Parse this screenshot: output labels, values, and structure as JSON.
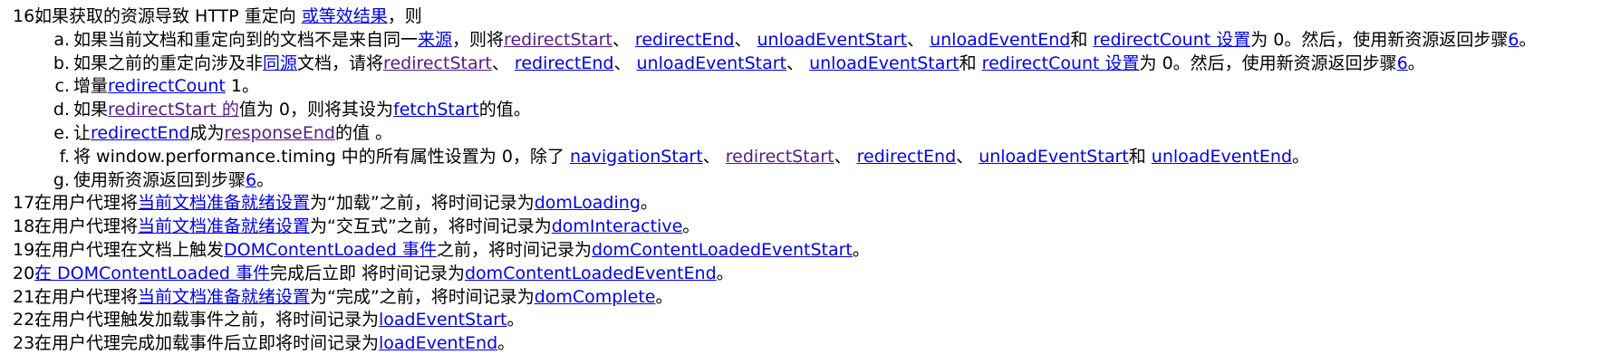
{
  "colors": {
    "link": "#0000ee",
    "visited": "#551a8b",
    "text": "#000000"
  },
  "items": [
    {
      "num": "16.",
      "segs": [
        {
          "t": "如果获取的资源导致 HTTP 重定向 "
        },
        {
          "t": "或等效结果",
          "link": "blue"
        },
        {
          "t": "，则"
        }
      ]
    }
  ],
  "subitems": [
    {
      "letter": "a.",
      "segs": [
        {
          "t": "如果当前文档和重定向到的文档不是来自同一"
        },
        {
          "t": "来源",
          "link": "blue"
        },
        {
          "t": "，则将"
        },
        {
          "t": "redirectStart",
          "link": "visited"
        },
        {
          "t": "、 "
        },
        {
          "t": "redirectEnd",
          "link": "blue"
        },
        {
          "t": "、 "
        },
        {
          "t": "unloadEventStart",
          "link": "blue"
        },
        {
          "t": "、 "
        },
        {
          "t": "unloadEventEnd",
          "link": "blue"
        },
        {
          "t": "和 "
        },
        {
          "t": "redirectCount 设置",
          "link": "blue"
        },
        {
          "t": "为 0。然后，使用新资源返回步骤"
        },
        {
          "t": "6",
          "link": "blue"
        },
        {
          "t": "。"
        }
      ]
    },
    {
      "letter": "b.",
      "segs": [
        {
          "t": "如果之前的重定向涉及非"
        },
        {
          "t": "同源",
          "link": "blue"
        },
        {
          "t": "文档，请将"
        },
        {
          "t": "redirectStart",
          "link": "visited"
        },
        {
          "t": "、 "
        },
        {
          "t": "redirectEnd",
          "link": "blue"
        },
        {
          "t": "、 "
        },
        {
          "t": "unloadEventStart",
          "link": "blue"
        },
        {
          "t": "、 "
        },
        {
          "t": "unloadEventStart",
          "link": "blue"
        },
        {
          "t": "和 "
        },
        {
          "t": "redirectCount 设置",
          "link": "blue"
        },
        {
          "t": "为 0。然后，使用新资源返回步骤"
        },
        {
          "t": "6",
          "link": "blue"
        },
        {
          "t": "。"
        }
      ]
    },
    {
      "letter": "c.",
      "segs": [
        {
          "t": "增量"
        },
        {
          "t": "redirectCount",
          "link": "blue"
        },
        {
          "t": " 1。"
        }
      ]
    },
    {
      "letter": "d.",
      "segs": [
        {
          "t": "如果"
        },
        {
          "t": "redirectStart 的",
          "link": "visited"
        },
        {
          "t": "值为 0，则将其设为"
        },
        {
          "t": "fetchStart",
          "link": "blue"
        },
        {
          "t": "的值。"
        }
      ]
    },
    {
      "letter": "e.",
      "segs": [
        {
          "t": "让"
        },
        {
          "t": "redirectEnd",
          "link": "blue"
        },
        {
          "t": "成为"
        },
        {
          "t": "responseEnd",
          "link": "visited"
        },
        {
          "t": "的值 。"
        }
      ]
    },
    {
      "letter": "f.",
      "segs": [
        {
          "t": "将 window.performance.timing 中的所有属性设置为 0，除了 "
        },
        {
          "t": "navigationStart",
          "link": "blue"
        },
        {
          "t": "、 "
        },
        {
          "t": "redirectStart",
          "link": "visited"
        },
        {
          "t": "、 "
        },
        {
          "t": "redirectEnd",
          "link": "blue"
        },
        {
          "t": "、 "
        },
        {
          "t": "unloadEventStart",
          "link": "blue"
        },
        {
          "t": "和 "
        },
        {
          "t": "unloadEventEnd",
          "link": "blue"
        },
        {
          "t": "。"
        }
      ]
    },
    {
      "letter": "g.",
      "segs": [
        {
          "t": "使用新资源返回到步骤"
        },
        {
          "t": "6",
          "link": "blue"
        },
        {
          "t": "。"
        }
      ]
    }
  ],
  "items2": [
    {
      "num": "17.",
      "segs": [
        {
          "t": "在用户代理将"
        },
        {
          "t": "当前文档准备就绪设置",
          "link": "blue"
        },
        {
          "t": "为“加载”之前，将时间记录为"
        },
        {
          "t": "domLoading",
          "link": "blue"
        },
        {
          "t": "。"
        }
      ]
    },
    {
      "num": "18.",
      "segs": [
        {
          "t": "在用户代理将"
        },
        {
          "t": "当前文档准备就绪设置",
          "link": "blue"
        },
        {
          "t": "为“交互式”之前，将时间记录为"
        },
        {
          "t": "domInteractive",
          "link": "blue"
        },
        {
          "t": "。"
        }
      ]
    },
    {
      "num": "19.",
      "segs": [
        {
          "t": "在用户代理在文档上触发"
        },
        {
          "t": "DOMContentLoaded 事件",
          "link": "blue"
        },
        {
          "t": "之前，将时间记录为"
        },
        {
          "t": "domContentLoadedEventStart",
          "link": "blue"
        },
        {
          "t": "。"
        }
      ]
    },
    {
      "num": "20.",
      "segs": [
        {
          "t": "在 DOMContentLoaded 事件",
          "link": "blue"
        },
        {
          "t": "完成后立即 将时间记录为"
        },
        {
          "t": "domContentLoadedEventEnd",
          "link": "blue"
        },
        {
          "t": "。"
        }
      ]
    },
    {
      "num": "21.",
      "segs": [
        {
          "t": "在用户代理将"
        },
        {
          "t": "当前文档准备就绪设置",
          "link": "blue"
        },
        {
          "t": "为“完成”之前，将时间记录为"
        },
        {
          "t": "domComplete",
          "link": "blue"
        },
        {
          "t": "。"
        }
      ]
    },
    {
      "num": "22.",
      "segs": [
        {
          "t": "在用户代理触发加载事件之前，将时间记录为"
        },
        {
          "t": "loadEventStart",
          "link": "blue"
        },
        {
          "t": "。"
        }
      ]
    },
    {
      "num": "23.",
      "segs": [
        {
          "t": "在用户代理完成加载事件后立即将时间记录为"
        },
        {
          "t": "loadEventEnd",
          "link": "blue"
        },
        {
          "t": "。"
        }
      ]
    }
  ]
}
